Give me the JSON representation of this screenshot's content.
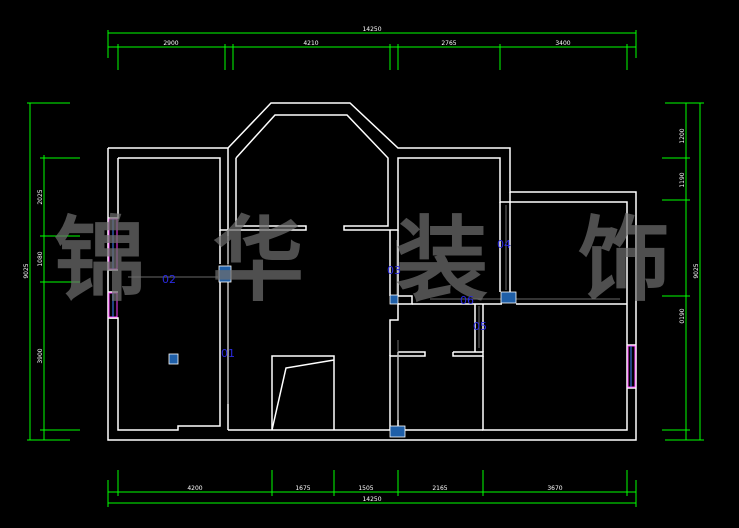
{
  "colors": {
    "background": "#000000",
    "wall": "#ffffff",
    "dimension": "#00ff00",
    "room_label": "#2a2ae0",
    "fixture": "#1f5fa8",
    "window_frame": "#ff40ff",
    "watermark": "#6e6e6e",
    "guide": "#8a8a8a"
  },
  "dimensions": {
    "top_total": "14250",
    "top": [
      "2900",
      "4210",
      "2765",
      "3400"
    ],
    "bottom": [
      "4200",
      "1675",
      "1505",
      "2165",
      "3670"
    ],
    "bottom_total": "14250",
    "left_total": "9025",
    "left": [
      "2025",
      "1080",
      "3900"
    ],
    "right_total": "9025",
    "right": [
      "1200",
      "1190",
      "0190"
    ]
  },
  "rooms": [
    "01",
    "02",
    "03",
    "04",
    "05",
    "06"
  ],
  "watermark": {
    "chars": [
      "锦",
      "华",
      "装",
      "饰"
    ]
  }
}
